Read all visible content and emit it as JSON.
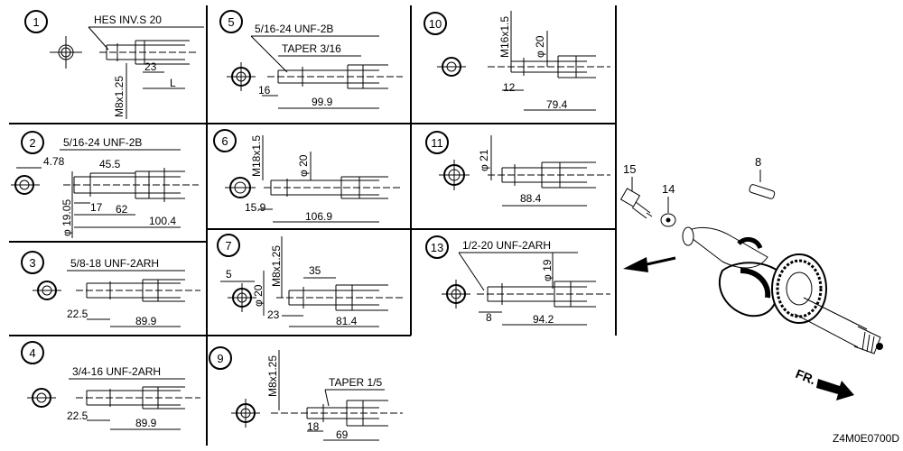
{
  "code": "Z4M0E0700D",
  "panels": [
    {
      "num": "1",
      "spec": "HES INV.S 20",
      "dims": [
        "23",
        "L",
        "M8x1.25"
      ]
    },
    {
      "num": "2",
      "spec": "5/16-24 UNF-2B",
      "dims": [
        "4.78",
        "45.5",
        "17",
        "62",
        "100.4",
        "φ 19.05"
      ]
    },
    {
      "num": "3",
      "spec": "5/8-18 UNF-2ARH",
      "dims": [
        "22.5",
        "89.9"
      ]
    },
    {
      "num": "4",
      "spec": "3/4-16 UNF-2ARH",
      "dims": [
        "22.5",
        "89.9"
      ]
    },
    {
      "num": "5",
      "spec": "5/16-24 UNF-2B",
      "taper": "TAPER 3/16",
      "dims": [
        "16",
        "99.9"
      ]
    },
    {
      "num": "6",
      "spec": "M18x1.5",
      "dims": [
        "φ 20",
        "15.9",
        "106.9"
      ]
    },
    {
      "num": "7",
      "spec": "M8x1.25",
      "dims": [
        "5",
        "φ 20",
        "35",
        "23",
        "81.4"
      ]
    },
    {
      "num": "9",
      "spec": "M8x1.25",
      "taper": "TAPER 1/5",
      "dims": [
        "18",
        "69"
      ]
    },
    {
      "num": "10",
      "spec": "M16x1.5",
      "dims": [
        "φ 20",
        "12",
        "79.4"
      ]
    },
    {
      "num": "11",
      "spec": "",
      "dims": [
        "φ 21",
        "88.4"
      ]
    },
    {
      "num": "13",
      "spec": "1/2-20 UNF-2ARH",
      "dims": [
        "φ 19",
        "8",
        "94.2"
      ]
    }
  ],
  "parts": [
    {
      "num": "15"
    },
    {
      "num": "14"
    },
    {
      "num": "8"
    }
  ],
  "front_label": "FR."
}
